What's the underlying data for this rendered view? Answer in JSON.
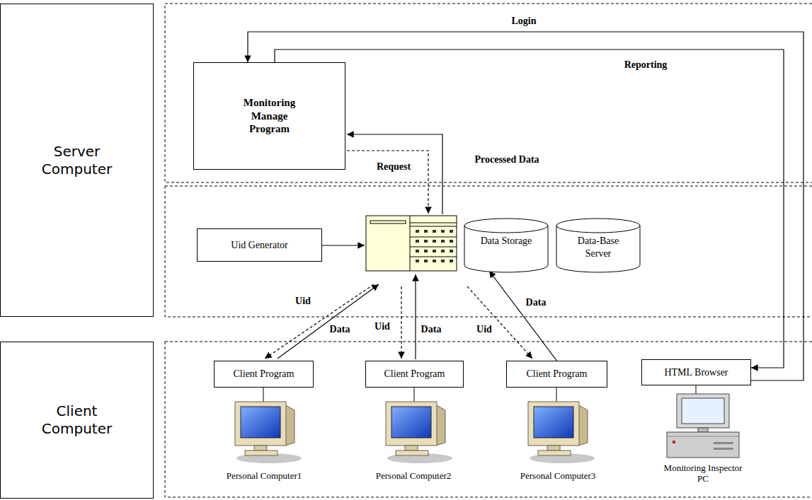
{
  "diagram": {
    "nodes": [
      {
        "text": [
          "Server Computer"
        ]
      },
      {
        "text": [
          "Client Computer"
        ]
      },
      {
        "text": [
          "Monitoring Manage Program"
        ]
      },
      {
        "text": [
          "Uid Generator"
        ]
      },
      {
        "text": [
          "Data Storage"
        ]
      },
      {
        "text": [
          "Data-Base Server"
        ]
      },
      {
        "text": [
          "Client Program"
        ]
      },
      {
        "text": [
          "Client Program"
        ]
      },
      {
        "text": [
          "Client Program"
        ]
      },
      {
        "text": [
          "HTML Browser"
        ]
      }
    ],
    "edges": [
      {
        "from": 9,
        "to": 2,
        "label": "Login",
        "arrow": "to"
      },
      {
        "from": 2,
        "to": 9,
        "label": "Reporting",
        "arrow": "to"
      },
      {
        "from": 8,
        "to": 4,
        "label": "Data",
        "arrow": "to"
      }
    ],
    "labels": [
      "Request",
      "Processed Data",
      "Uid",
      "Data",
      "Uid",
      "Data",
      "Uid",
      "Personal Computer1",
      "Personal Computer2",
      "Personal Computer3",
      "Monitoring Inspector PC"
    ]
  }
}
